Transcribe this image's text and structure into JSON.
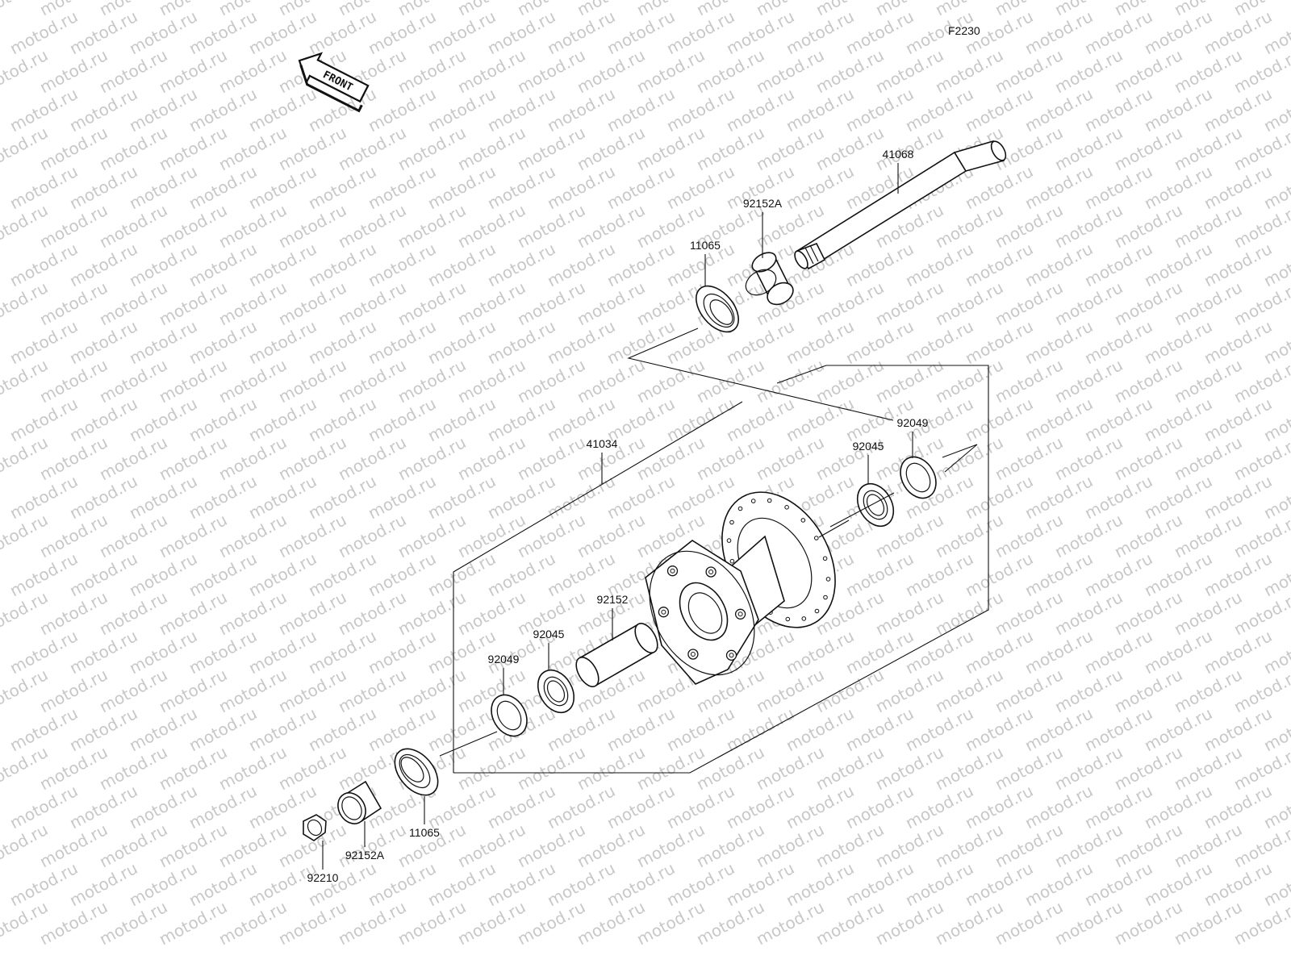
{
  "diagram_code": "F2230",
  "front_label": "FRONT",
  "watermark_text": "motod.ru",
  "labels": {
    "axle": "41068",
    "collar_top": "92152A",
    "cap_top": "11065",
    "hub": "41034",
    "seal_right": "92049",
    "bearing_right": "92045",
    "spacer": "92152",
    "bearing_left": "92045",
    "seal_left": "92049",
    "cap_bottom": "11065",
    "collar_bottom": "92152A",
    "nut": "92210"
  }
}
